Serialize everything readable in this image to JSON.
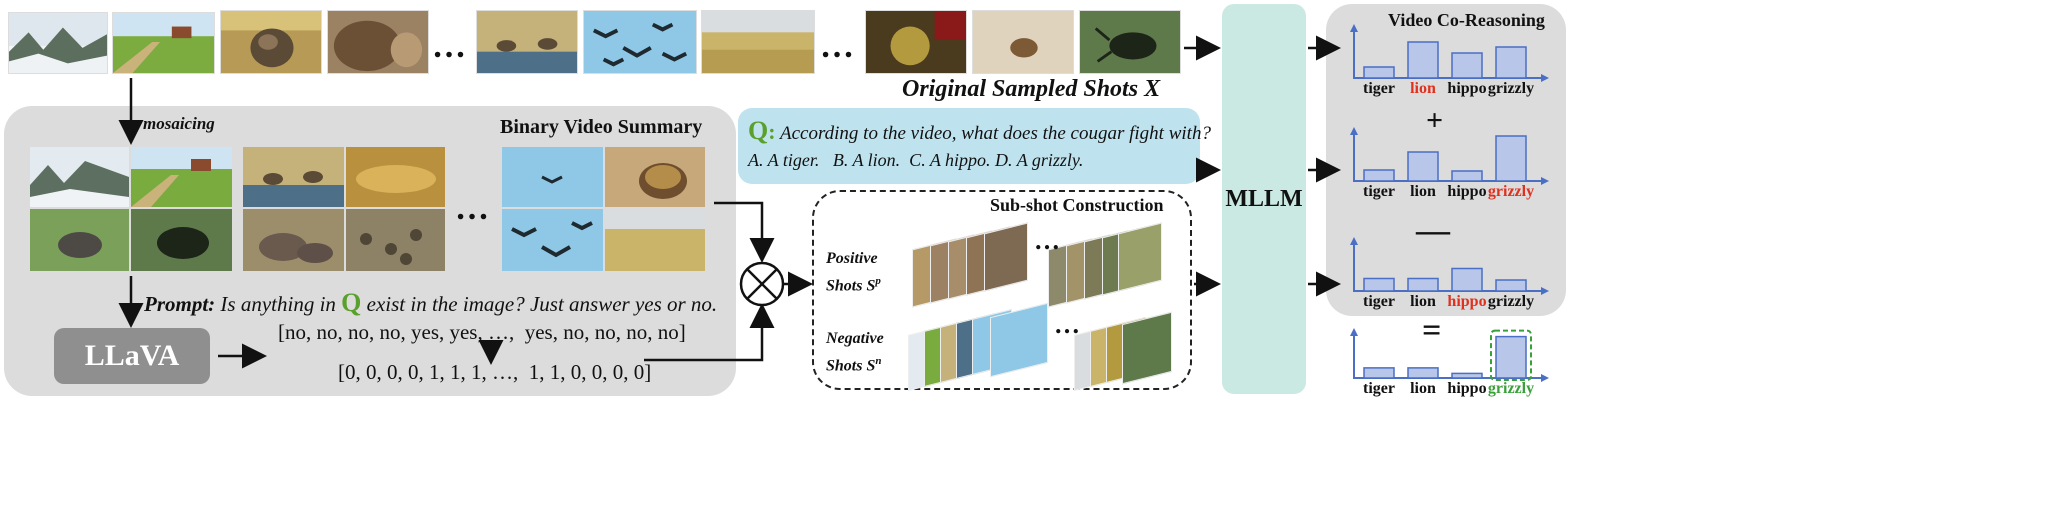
{
  "top_dots": [
    "…",
    "…"
  ],
  "original_shots_label": "Original Sampled Shots X",
  "mosaicing_label": "mosaicing",
  "binary_summary": {
    "title": "Binary Video Summary",
    "dots": "…"
  },
  "prompt": {
    "prefix": "Prompt:",
    "text_before": "Is anything in",
    "q_symbol": "Q",
    "text_after": "exist in the image? Just answer yes or no."
  },
  "llava_label": "LLaVA",
  "answers_text": "[no, no, no, no, yes, yes, …,  yes, no, no, no, no]",
  "binary_text": "[0, 0, 0, 0, 1, 1, 1, …,  1, 1, 0, 0, 0, 0]",
  "question": {
    "q_symbol": "Q",
    "colon": ":",
    "text": "According to the video, what does the cougar fight with?",
    "options": "A. A tiger.   B. A lion.  C. A hippo. D. A grizzly."
  },
  "subshot": {
    "title": "Sub-shot Construction",
    "positive_label": "Positive",
    "positive_label2": "Shots S",
    "positive_sup": "p",
    "negative_label": "Negative",
    "negative_label2": "Shots S",
    "negative_sup": "n",
    "dots": "…"
  },
  "mllm_label": "MLLM",
  "co_reasoning": {
    "title": "Video Co-Reasoning",
    "op_plus": "+",
    "op_minus": "—",
    "op_equals": "="
  },
  "colors": {
    "bar_fill": "#b8c6ea",
    "bar_stroke": "#4a6fc4",
    "axis": "#4a6fc4",
    "red": "#e0301e",
    "green": "#3aa13a",
    "question_bg": "#bfe3ee",
    "mllm_bg": "#c9e9e2",
    "gray_panel": "#dcdcdc",
    "llava_bg": "#8f8f8f"
  },
  "chart_data": [
    {
      "type": "bar",
      "categories": [
        "tiger",
        "lion",
        "hippo",
        "grizzly"
      ],
      "values": [
        0.22,
        0.72,
        0.5,
        0.62
      ],
      "highlight": "lion",
      "highlight_color": "red",
      "title": "",
      "xlabel": "",
      "ylabel": ""
    },
    {
      "type": "bar",
      "categories": [
        "tiger",
        "lion",
        "hippo",
        "grizzly"
      ],
      "values": [
        0.22,
        0.58,
        0.2,
        0.9
      ],
      "highlight": "grizzly",
      "highlight_color": "red",
      "title": "",
      "xlabel": "",
      "ylabel": ""
    },
    {
      "type": "bar",
      "categories": [
        "tiger",
        "lion",
        "hippo",
        "grizzly"
      ],
      "values": [
        0.25,
        0.25,
        0.45,
        0.22
      ],
      "highlight": "hippo",
      "highlight_color": "red",
      "title": "",
      "xlabel": "",
      "ylabel": ""
    },
    {
      "type": "bar",
      "categories": [
        "tiger",
        "lion",
        "hippo",
        "grizzly"
      ],
      "values": [
        0.22,
        0.22,
        0.1,
        0.9
      ],
      "highlight": "grizzly",
      "highlight_color": "green",
      "title": "",
      "xlabel": "",
      "ylabel": ""
    }
  ]
}
